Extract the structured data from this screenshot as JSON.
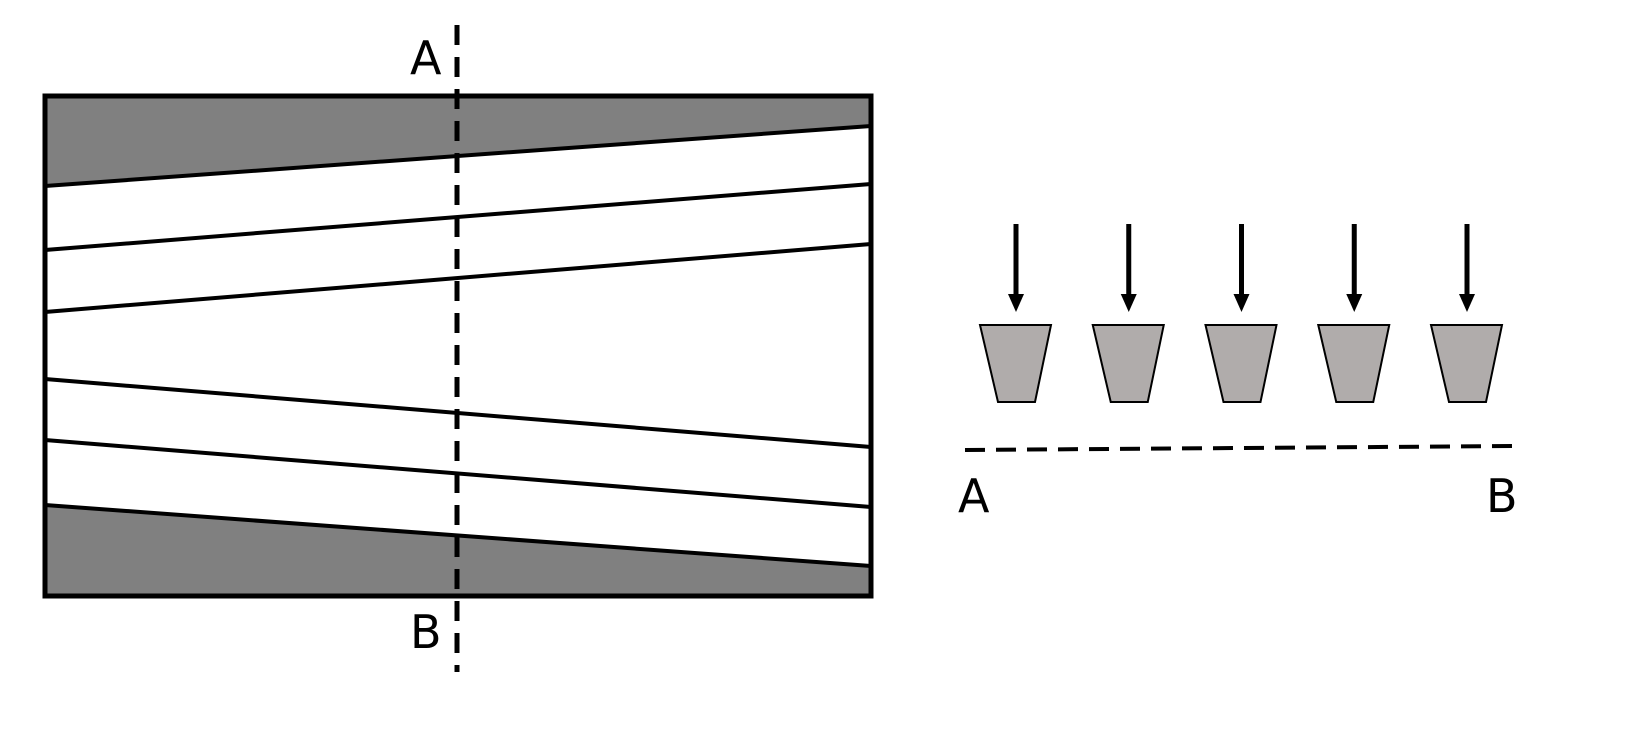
{
  "labels": {
    "left_top": "A",
    "left_bottom": "B",
    "right_start": "A",
    "right_end": "B"
  },
  "colors": {
    "shaded_region": "#808080",
    "block_fill": "#b0acab",
    "stroke": "#000000"
  },
  "block_count": 5
}
